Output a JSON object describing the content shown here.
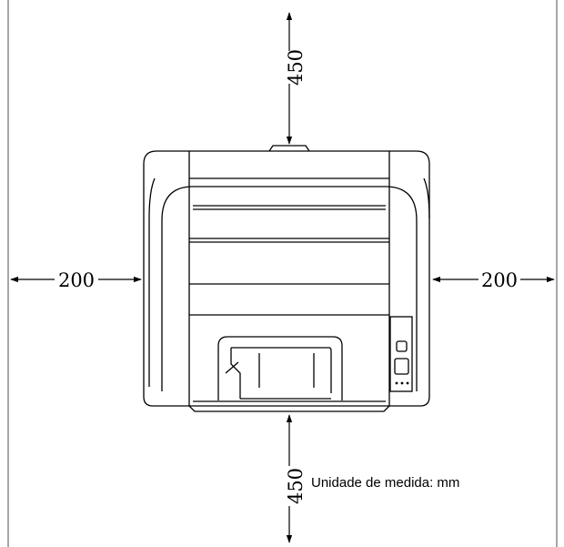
{
  "dimensions": {
    "top": "450",
    "bottom": "450",
    "left": "200",
    "right": "200"
  },
  "unit_note": "Unidade de medida: mm",
  "colors": {
    "line": "#000000",
    "frame": "#8a8a8a",
    "background": "#ffffff"
  }
}
